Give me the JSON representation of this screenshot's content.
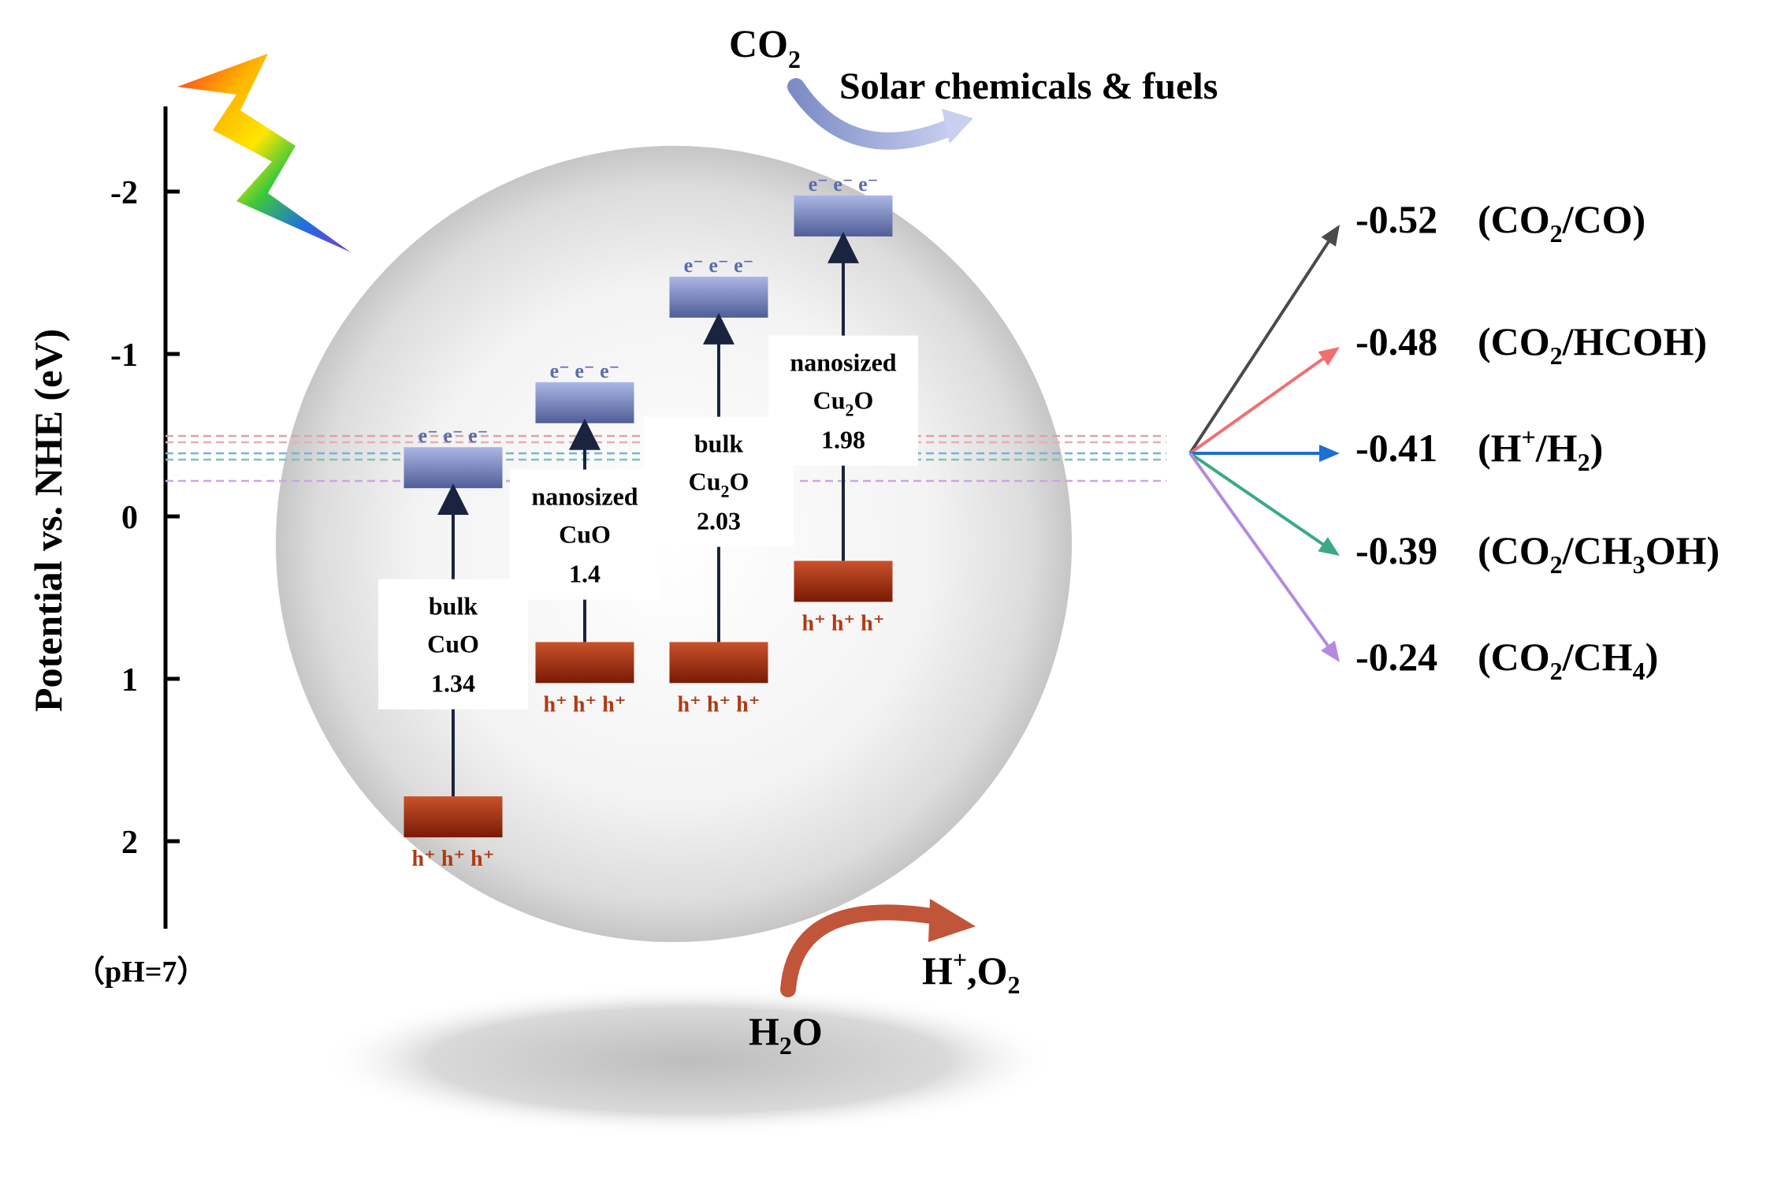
{
  "axis": {
    "label": "Potential vs. NHE (eV)",
    "ticks": [
      "-2",
      "-1",
      "0",
      "1",
      "2"
    ],
    "note": "（pH=7）"
  },
  "top": {
    "reactant_main": "CO",
    "reactant_sub": "2",
    "product": "Solar chemicals & fuels"
  },
  "bottom": {
    "reactant_main": "H",
    "reactant_sub": "2",
    "reactant_tail": "O",
    "product_a": "H",
    "product_sup": "+",
    "product_b": ",O",
    "product_sub": "2"
  },
  "bands": [
    {
      "name_1": "bulk",
      "name_2": "CuO",
      "name_2_sub": "",
      "name_2_tail": "",
      "gap": "1.34",
      "cb": -0.3,
      "vb": 1.85,
      "electrons": "e⁻ e⁻ e⁻",
      "holes": "h⁺ h⁺ h⁺"
    },
    {
      "name_1": "nanosized",
      "name_2": "CuO",
      "name_2_sub": "",
      "name_2_tail": "",
      "gap": "1.4",
      "cb": -0.7,
      "vb": 0.9,
      "electrons": "e⁻ e⁻ e⁻",
      "holes": "h⁺ h⁺ h⁺"
    },
    {
      "name_1": "bulk",
      "name_2": "Cu",
      "name_2_sub": "2",
      "name_2_tail": "O",
      "gap": "2.03",
      "cb": -1.35,
      "vb": 0.9,
      "electrons": "e⁻ e⁻ e⁻",
      "holes": "h⁺ h⁺ h⁺"
    },
    {
      "name_1": "nanosized",
      "name_2": "Cu",
      "name_2_sub": "2",
      "name_2_tail": "O",
      "gap": "1.98",
      "cb": -1.85,
      "vb": 0.4,
      "electrons": "e⁻ e⁻ e⁻",
      "holes": "h⁺ h⁺ h⁺"
    }
  ],
  "potentials": [
    {
      "value": "-0.52",
      "couple": [
        [
          "(CO",
          ""
        ],
        [
          "2",
          "sub"
        ],
        [
          "/CO)",
          ""
        ]
      ],
      "color": "#4a4a4a"
    },
    {
      "value": "-0.48",
      "couple": [
        [
          "(CO",
          ""
        ],
        [
          "2",
          "sub"
        ],
        [
          "/HCOH)",
          ""
        ]
      ],
      "color": "#f07070"
    },
    {
      "value": "-0.41",
      "couple": [
        [
          "(H",
          ""
        ],
        [
          "+",
          "sup"
        ],
        [
          "/H",
          ""
        ],
        [
          "2",
          "sub"
        ],
        [
          ")",
          ""
        ]
      ],
      "color": "#1f6fd0"
    },
    {
      "value": "-0.39",
      "couple": [
        [
          "(CO",
          ""
        ],
        [
          "2",
          "sub"
        ],
        [
          "/CH",
          ""
        ],
        [
          "3",
          "sub"
        ],
        [
          "OH)",
          ""
        ]
      ],
      "color": "#3aaa80"
    },
    {
      "value": "-0.24",
      "couple": [
        [
          "(CO",
          ""
        ],
        [
          "2",
          "sub"
        ],
        [
          "/CH",
          ""
        ],
        [
          "4",
          "sub"
        ],
        [
          ")",
          ""
        ]
      ],
      "color": "#b48ae0"
    }
  ],
  "colors": {
    "cb_band": "#6f7fb8",
    "vb_band": "#9a2a10",
    "electron_text": "#5b6cae",
    "hole_text": "#b03a12",
    "co2_arrow": "#97a6d6",
    "h2o_arrow": "#c0553a"
  }
}
